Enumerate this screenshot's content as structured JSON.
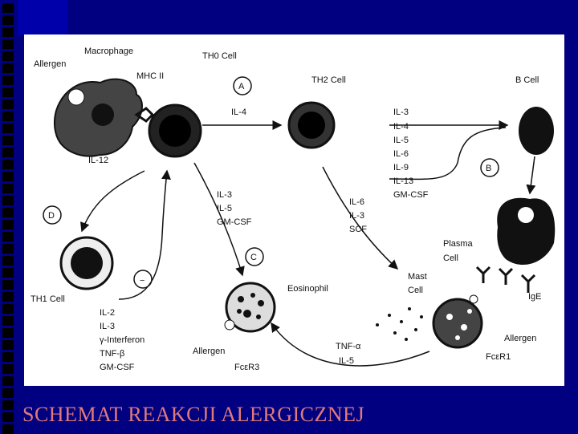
{
  "slide_title": "SCHEMAT REAKCJI ALERGICZNEJ",
  "colors": {
    "background": "#000080",
    "title": "#e07a7a",
    "diagram_bg": "#ffffff"
  },
  "labels": {
    "allergen_top": "Allergen",
    "macrophage": "Macrophage",
    "mhc2": "MHC II",
    "th0": "TH0 Cell",
    "th2": "TH2 Cell",
    "bcell": "B Cell",
    "il4": "IL-4",
    "il12": "IL-12",
    "th1": "TH1 Cell",
    "plasma1": "Plasma",
    "plasma2": "Cell",
    "mast1": "Mast",
    "mast2": "Cell",
    "ige": "IgE",
    "allergen_right": "Allergen",
    "fcer1": "FcεR1",
    "eosinophil": "Eosinophil",
    "allergen_left": "Allergen",
    "fcer3": "FcεR3"
  },
  "markers": {
    "a": "A",
    "b": "B",
    "c": "C",
    "d": "D",
    "minus": "−"
  },
  "lists": {
    "th2_cytokines": [
      "IL-3",
      "IL-4",
      "IL-5",
      "IL-6",
      "IL-9",
      "IL-13",
      "GM-CSF"
    ],
    "eos_cytokines": [
      "IL-3",
      "IL-5",
      "GM-CSF"
    ],
    "mast_cytokines": [
      "IL-6",
      "IL-3",
      "SCF"
    ],
    "th1_cytokines": [
      "IL-2",
      "IL-3",
      "γ-Interferon",
      "TNF-β",
      "GM-CSF"
    ],
    "tnf_cytokines": [
      "TNF-α",
      "IL-5"
    ]
  }
}
